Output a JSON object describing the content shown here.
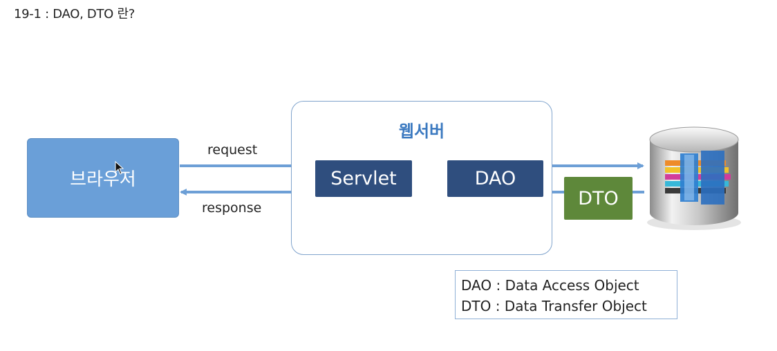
{
  "page": {
    "title": "19-1 : DAO, DTO 란?"
  },
  "diagram": {
    "browser": {
      "label": "브라우저",
      "color": "#6a9fd8"
    },
    "webserver": {
      "label": "웹서버",
      "label_color": "#3b79c0"
    },
    "servlet": {
      "label": "Servlet",
      "color": "#2f4e7e"
    },
    "dao": {
      "label": "DAO",
      "color": "#2f4e7e"
    },
    "dto": {
      "label": "DTO",
      "color": "#5e883a"
    },
    "request_label": "request",
    "response_label": "response",
    "arrow_color": "#6d9fd6",
    "database_icon": "database-icon"
  },
  "legend": {
    "lines": [
      "DAO : Data Access Object",
      "DTO : Data Transfer Object"
    ]
  }
}
